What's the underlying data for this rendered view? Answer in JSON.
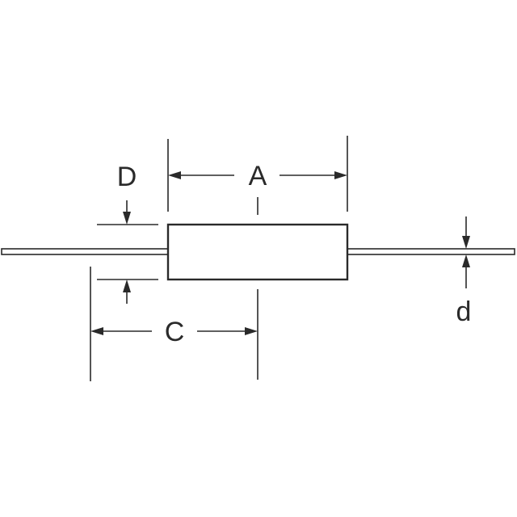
{
  "dimensions": {
    "body_length_label": "A",
    "lead_spacing_label": "C",
    "body_diameter_label": "D",
    "lead_diameter_label": "d"
  },
  "colors": {
    "ink": "#2a2a2a",
    "background": "#ffffff"
  }
}
